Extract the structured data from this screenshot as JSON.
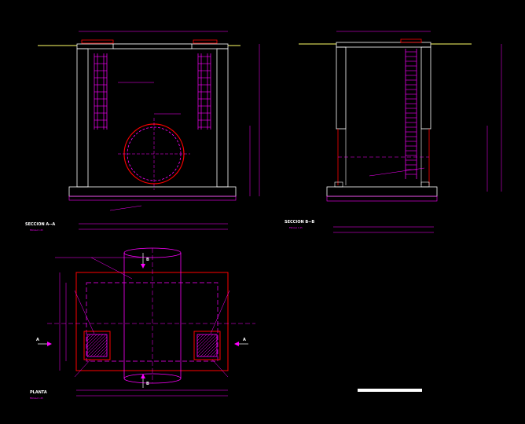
{
  "colors": {
    "background": "#000000",
    "magenta": "#ff00ff",
    "white": "#ffffff",
    "red": "#ff0000",
    "yellow": "#ffff66",
    "dim_magenta": "#cc33cc"
  },
  "section_aa": {
    "title": "SECCION  A--A",
    "scale": "ESCALA 1:25"
  },
  "section_bb": {
    "title": "SECCION  B--B",
    "scale": "ESCALA 1:25"
  },
  "plan": {
    "title": "PLANTA",
    "scale": "ESCALA 1:25"
  },
  "markers": {
    "a_left": "A",
    "a_right": "A",
    "b_top": "B",
    "b_bottom": "B"
  }
}
